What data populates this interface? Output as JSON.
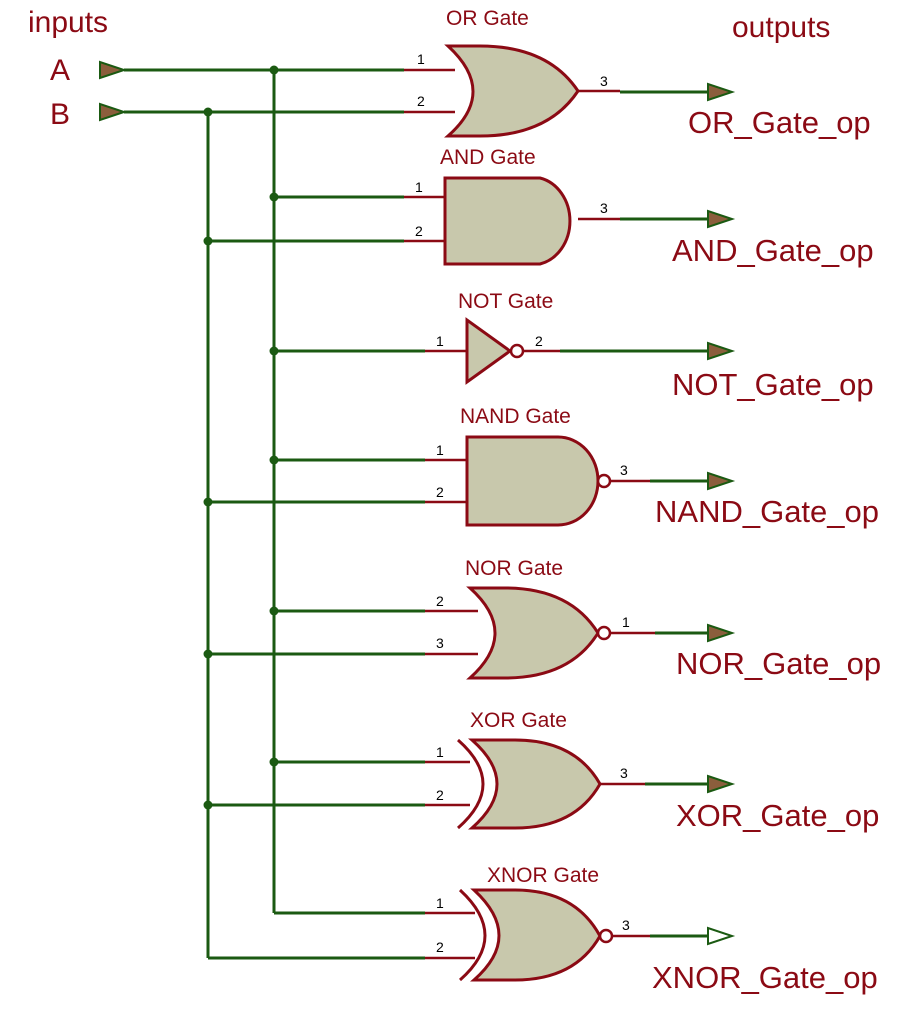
{
  "headings": {
    "inputs": "inputs",
    "outputs": "outputs"
  },
  "inputs": [
    {
      "label": "A"
    },
    {
      "label": "B"
    }
  ],
  "gates": [
    {
      "key": "or",
      "title": "OR Gate",
      "pins": [
        "1",
        "2",
        "3"
      ],
      "output": "OR_Gate_op"
    },
    {
      "key": "and",
      "title": "AND Gate",
      "pins": [
        "1",
        "2",
        "3"
      ],
      "output": "AND_Gate_op"
    },
    {
      "key": "not",
      "title": "NOT Gate",
      "pins": [
        "1",
        "2"
      ],
      "output": "NOT_Gate_op"
    },
    {
      "key": "nand",
      "title": "NAND Gate",
      "pins": [
        "1",
        "2",
        "3"
      ],
      "output": "NAND_Gate_op"
    },
    {
      "key": "nor",
      "title": "NOR Gate",
      "pins": [
        "2",
        "3",
        "1"
      ],
      "output": "NOR_Gate_op"
    },
    {
      "key": "xor",
      "title": "XOR Gate",
      "pins": [
        "1",
        "2",
        "3"
      ],
      "output": "XOR_Gate_op"
    },
    {
      "key": "xnor",
      "title": "XNOR Gate",
      "pins": [
        "1",
        "2",
        "3"
      ],
      "output": "XNOR_Gate_op"
    }
  ],
  "colors": {
    "wire": "#1b5a12",
    "component": "#8b0a14",
    "gate_fill": "#c8c8ac",
    "terminal_fill": "#8b5e3c"
  }
}
